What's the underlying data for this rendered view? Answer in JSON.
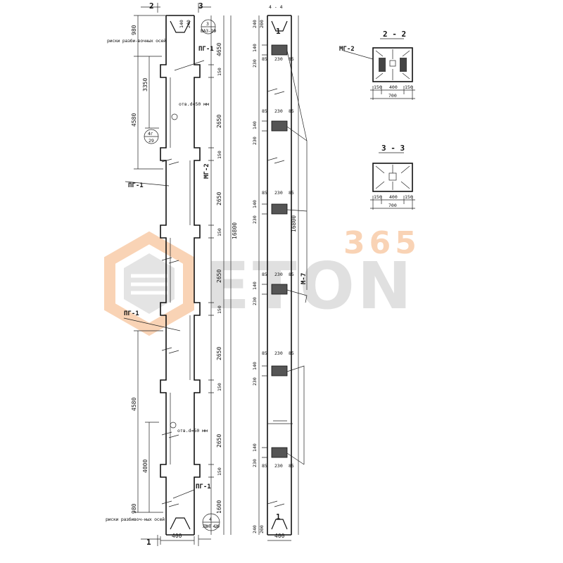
{
  "sections": {
    "cut_1": "1",
    "cut_2_top": "2",
    "cut_3_top": "3",
    "cut_4": "4 - 4",
    "sec_2": "2 - 2",
    "sec_3": "3 - 3"
  },
  "column1": {
    "left_dims": [
      "980",
      "3350",
      "4580",
      "4580",
      "4000",
      "980"
    ],
    "right_dims": [
      "4650",
      "150",
      "2650",
      "150",
      "2650",
      "150",
      "2650",
      "150",
      "2650",
      "150",
      "2650",
      "150",
      "1600"
    ],
    "top_dims": [
      "140",
      "240"
    ],
    "total": "16800",
    "width": "400",
    "labels": {
      "risk_top": "риски разби-вочных осей",
      "risk_bottom": "риски разбивоч-ных осей",
      "pg1_a": "ПГ-1",
      "pg1_b": "ПГ-1",
      "pg1_c": "ПГ-1",
      "pg1_d": "ПГ-1",
      "mg2": "МГ-2",
      "otv1": "отв.d=50 мм",
      "otv2": "отв.d=50 мм",
      "node4g": "4г",
      "node4g_sub": "29",
      "node3": "3",
      "node3_sub": "ВАЗ-1Ф",
      "node4": "4",
      "node4_sub": "ЛЗНТ 420"
    }
  },
  "column2": {
    "top_dims": [
      "240",
      "200"
    ],
    "bottom_dims": [
      "240",
      "200"
    ],
    "insert_dims": [
      "85",
      "230",
      "85"
    ],
    "side_dims": [
      "230",
      "140"
    ],
    "total": "16800",
    "mark": "М-7",
    "width": "400"
  },
  "section_2": {
    "mark": "МГ-2",
    "dims": [
      "150",
      "400",
      "150"
    ],
    "total": "700"
  },
  "section_3": {
    "dims": [
      "150",
      "400",
      "150"
    ],
    "total": "700"
  },
  "watermark": {
    "number": "365",
    "brand": "ETON",
    "accent": "#f5b07a",
    "gray": "#c8c8c8"
  }
}
